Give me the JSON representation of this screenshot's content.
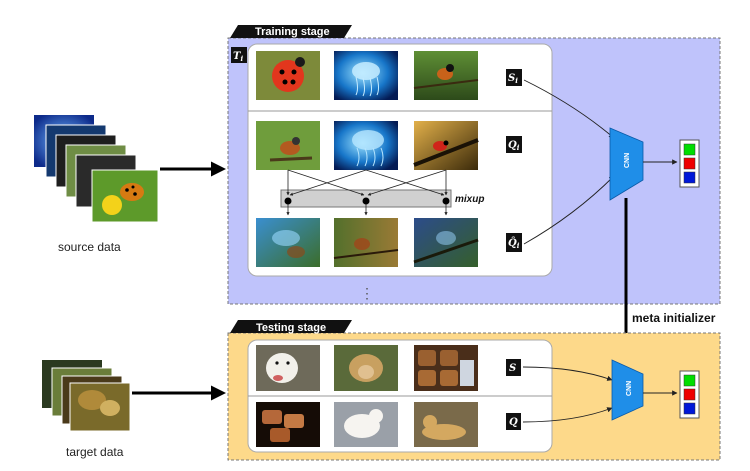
{
  "training_stage": {
    "label": "Training stage",
    "task_symbol": "T",
    "task_subscript": "i",
    "support_symbol": "S",
    "support_subscript": "i",
    "query_symbol": "Q",
    "query_subscript": "i",
    "mixed_query_symbol": "Q̂",
    "mixed_query_subscript": "i",
    "mixup_label": "mixup",
    "ellipsis": "⋮"
  },
  "testing_stage": {
    "label": "Testing stage",
    "support_symbol": "S",
    "query_symbol": "Q"
  },
  "cnn_label": "CNN",
  "meta_label": "meta initializer",
  "source_caption": "source data",
  "target_caption": "target data",
  "colors": {
    "training_bg": "#bfc3fb",
    "testing_bg": "#fdd98a",
    "cnn": "#1f8ee8",
    "out_green": "#00dd00",
    "out_red": "#ee0000",
    "out_blue": "#0018d8"
  }
}
